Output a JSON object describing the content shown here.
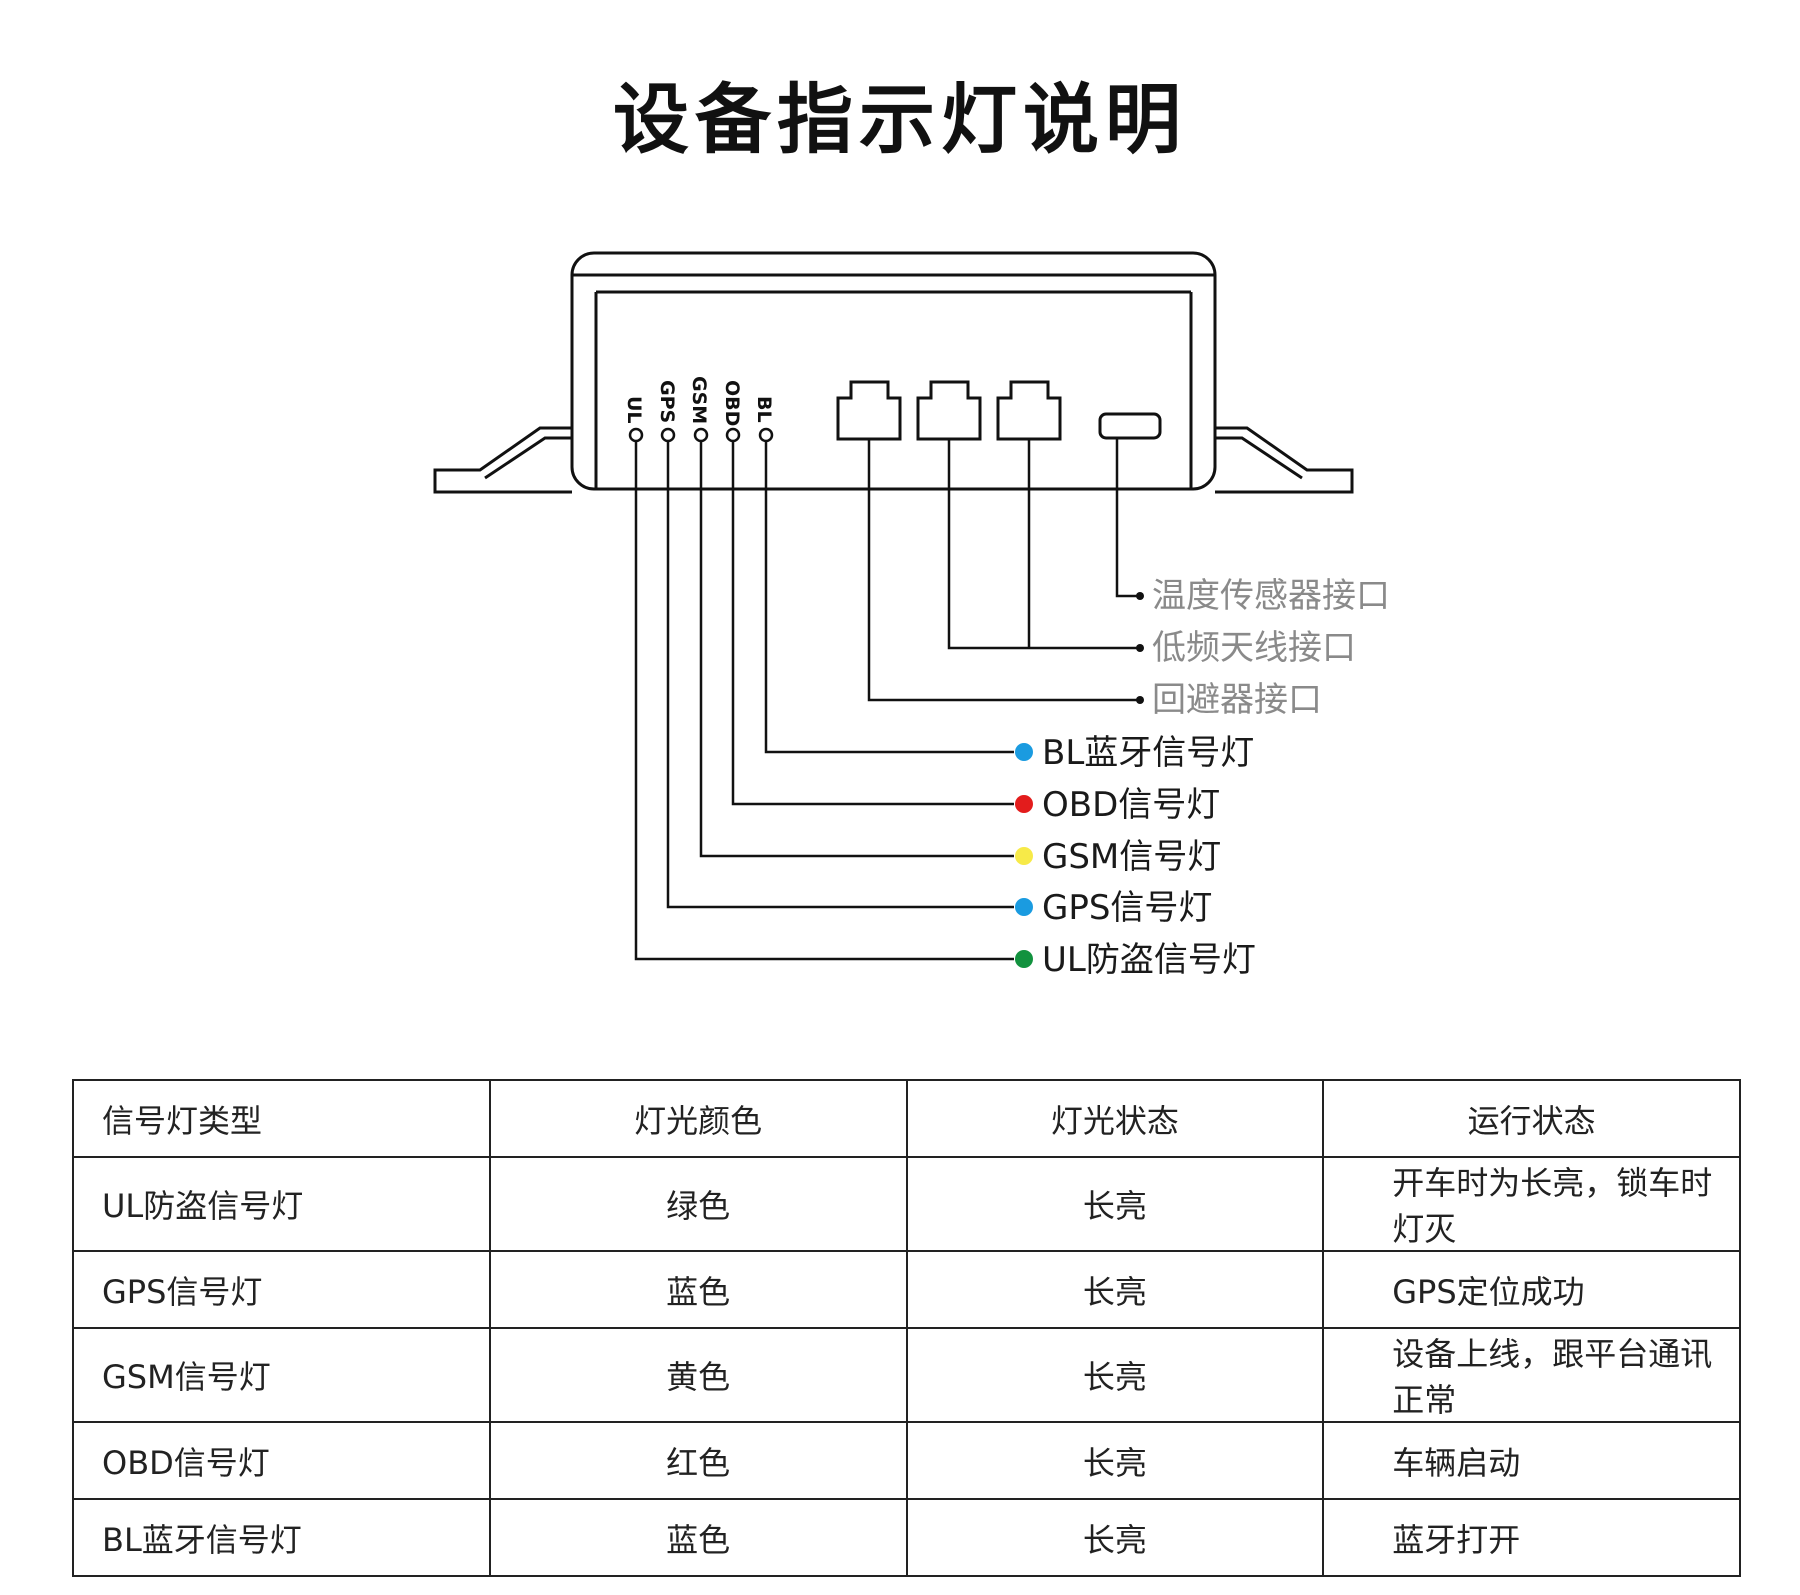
{
  "title": "设备指示灯说明",
  "device": {
    "led_marks": [
      "UL",
      "GPS",
      "GSM",
      "OBD",
      "BL"
    ]
  },
  "ports": [
    {
      "id": "temp",
      "label": "温度传感器接口"
    },
    {
      "id": "lf",
      "label": "低频天线接口"
    },
    {
      "id": "avoid",
      "label": "回避器接口"
    }
  ],
  "lights": [
    {
      "id": "bl",
      "label": "BL蓝牙信号灯",
      "color": "#1a9be0"
    },
    {
      "id": "obd",
      "label": "OBD信号灯",
      "color": "#e31c1c"
    },
    {
      "id": "gsm",
      "label": "GSM信号灯",
      "color": "#f7ea48"
    },
    {
      "id": "gps",
      "label": "GPS信号灯",
      "color": "#1a9be0"
    },
    {
      "id": "ul",
      "label": "UL防盗信号灯",
      "color": "#12923e"
    }
  ],
  "table": {
    "headers": [
      "信号灯类型",
      "灯光颜色",
      "灯光状态",
      "运行状态"
    ],
    "rows": [
      [
        "UL防盗信号灯",
        "绿色",
        "长亮",
        "开车时为长亮，锁车时灯灭"
      ],
      [
        "GPS信号灯",
        "蓝色",
        "长亮",
        "GPS定位成功"
      ],
      [
        "GSM信号灯",
        "黄色",
        "长亮",
        "设备上线，跟平台通讯正常"
      ],
      [
        "OBD信号灯",
        "红色",
        "长亮",
        "车辆启动"
      ],
      [
        "BL蓝牙信号灯",
        "蓝色",
        "长亮",
        "蓝牙打开"
      ]
    ]
  }
}
